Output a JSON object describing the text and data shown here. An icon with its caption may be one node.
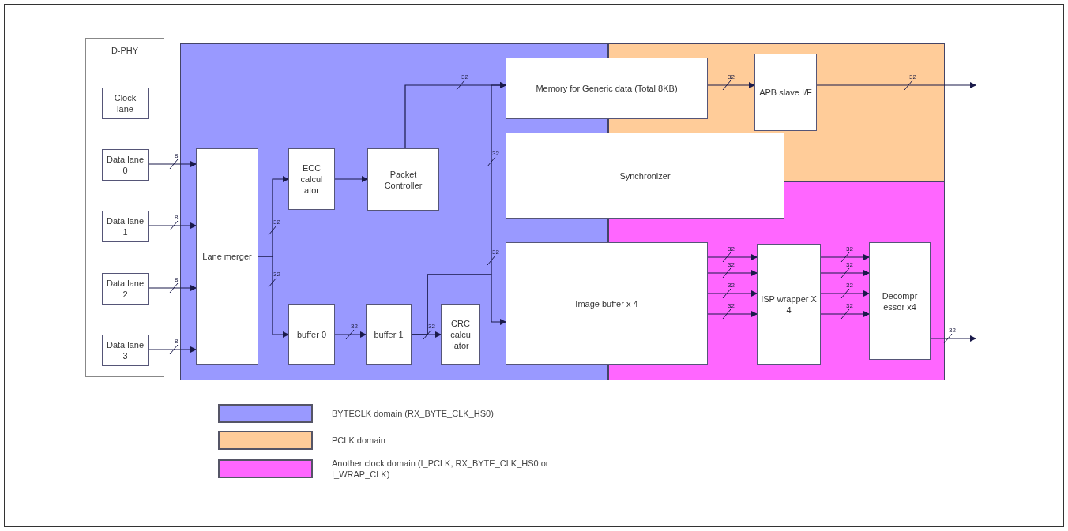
{
  "diagram": {
    "nodes": [
      {
        "text": [
          "D-PHY"
        ]
      },
      {
        "text": [
          "Clock lane"
        ],
        "in": 0
      },
      {
        "text": [
          "Data lane 0"
        ],
        "in": 0
      },
      {
        "text": [
          "Data lane 1"
        ],
        "in": 0
      },
      {
        "text": [
          "Data lane 2"
        ],
        "in": 0
      },
      {
        "text": [
          "Data lane 3"
        ],
        "in": 0
      },
      {
        "text": [
          "Lane merger"
        ]
      },
      {
        "text": [
          "ECC calcul ator"
        ]
      },
      {
        "text": [
          "Packet Controller"
        ]
      },
      {
        "text": [
          "buffer 0"
        ]
      },
      {
        "text": [
          "buffer 1"
        ]
      },
      {
        "text": [
          "CRC calcu lator"
        ]
      },
      {
        "text": [
          "Memory for Generic data (Total 8KB)"
        ]
      },
      {
        "text": [
          "APB slave I/F"
        ]
      },
      {
        "text": [
          "Synchronizer"
        ]
      },
      {
        "text": [
          "Image buffer x 4"
        ]
      },
      {
        "text": [
          "ISP wrapper X 4"
        ]
      },
      {
        "text": [
          "Decompr essor x4"
        ]
      }
    ],
    "edges": [
      {
        "from": 2,
        "to": 6,
        "arrow": "to",
        "label": "8"
      },
      {
        "from": 3,
        "to": 6,
        "arrow": "to",
        "label": "8"
      },
      {
        "from": 4,
        "to": 6,
        "arrow": "to",
        "label": "8"
      },
      {
        "from": 5,
        "to": 6,
        "arrow": "to",
        "label": "8"
      },
      {
        "from": 6,
        "to": 7,
        "arrow": "to",
        "label": "32"
      },
      {
        "from": 6,
        "to": 9,
        "arrow": "to",
        "label": "32"
      },
      {
        "from": 7,
        "to": 8,
        "arrow": "to"
      },
      {
        "from": 8,
        "to": 12,
        "arrow": "to",
        "label": "32"
      },
      {
        "from": 9,
        "to": 10,
        "arrow": "to",
        "label": "32"
      },
      {
        "from": 10,
        "to": 11,
        "arrow": "to",
        "label": "32"
      },
      {
        "from": 10,
        "to": 12,
        "arrow": "to",
        "label": "32"
      },
      {
        "from": 10,
        "to": 15,
        "arrow": "to",
        "label": "32"
      },
      {
        "from": 12,
        "to": 13,
        "arrow": "to",
        "label": "32"
      },
      {
        "from": 13,
        "to": null,
        "arrow": "to",
        "label": "32"
      },
      {
        "from": 15,
        "to": 16,
        "arrow": "to",
        "label": "32"
      },
      {
        "from": 15,
        "to": 16,
        "arrow": "to",
        "label": "32"
      },
      {
        "from": 15,
        "to": 16,
        "arrow": "to",
        "label": "32"
      },
      {
        "from": 15,
        "to": 16,
        "arrow": "to",
        "label": "32"
      },
      {
        "from": 16,
        "to": 17,
        "arrow": "to",
        "label": "32"
      },
      {
        "from": 16,
        "to": 17,
        "arrow": "to",
        "label": "32"
      },
      {
        "from": 16,
        "to": 17,
        "arrow": "to",
        "label": "32"
      },
      {
        "from": 16,
        "to": 17,
        "arrow": "to",
        "label": "32"
      },
      {
        "from": 17,
        "to": null,
        "arrow": "to",
        "label": "32"
      }
    ],
    "legend": [
      {
        "text": "BYTECLK domain (RX_BYTE_CLK_HS0)",
        "color": "#9999ff"
      },
      {
        "text": "PCLK domain",
        "color": "#ffcc99"
      },
      {
        "text": "Another clock domain (I_PCLK, RX_BYTE_CLK_HS0 or I_WRAP_CLK)",
        "color": "#ff66ff"
      }
    ]
  }
}
